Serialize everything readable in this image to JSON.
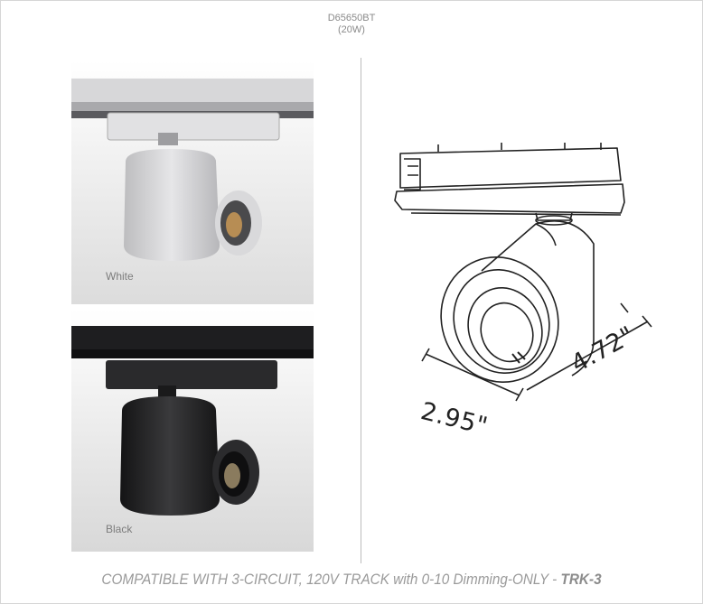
{
  "header": {
    "model": "D65650BT",
    "wattage": "(20W)"
  },
  "photos": [
    {
      "finish": "White",
      "color": "#cfcfd1"
    },
    {
      "finish": "Black",
      "color": "#1e1e1f"
    }
  ],
  "drawing": {
    "width_label": "2.95\"",
    "height_label": "4.72\""
  },
  "footer": {
    "text": "COMPATIBLE WITH 3-CIRCUIT, 120V TRACK with 0-10 Dimming-ONLY - ",
    "part": "TRK-3"
  }
}
